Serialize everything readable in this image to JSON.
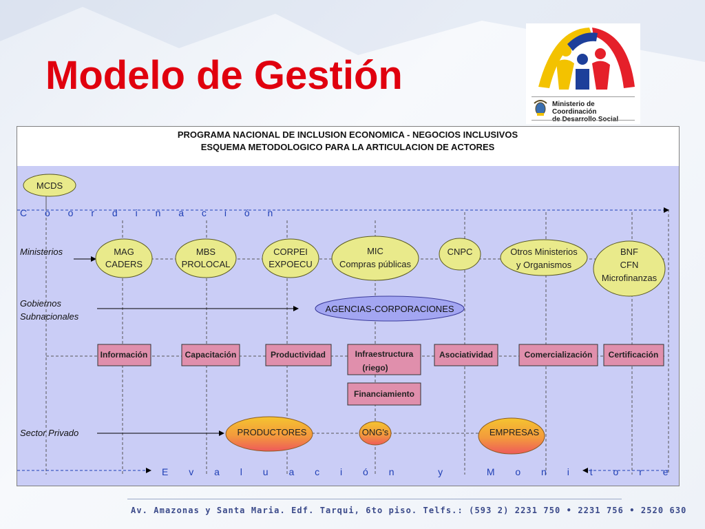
{
  "slide": {
    "title": "Modelo de Gestión",
    "logo_text_1": "Ministerio de Coordinación",
    "logo_text_2": "de Desarrollo Social",
    "footer": "Av. Amazonas y Santa Maria. Edf. Tarqui, 6to piso. Telfs.: (593 2) 2231 750 • 2231 756 • 2520 630"
  },
  "diagram": {
    "header_1": "PROGRAMA NACIONAL DE INCLUSION ECONOMICA - NEGOCIOS INCLUSIVOS",
    "header_2": "ESQUEMA METODOLOGICO PARA LA ARTICULACION DE ACTORES",
    "coordinator": "MCDS",
    "coordinacion": "C o o r d i n a c i ó n",
    "evaluacion": "E v a l u a c i ó n   y   M o n i t o r e o",
    "rows": {
      "ministerios": "Ministerios",
      "gobiernos_1": "Gobiernos",
      "gobiernos_2": "Subnacionales",
      "sector_privado": "Sector Privado"
    },
    "ministries": [
      {
        "line1": "MAG",
        "line2": "CADERS",
        "line3": ""
      },
      {
        "line1": "MBS",
        "line2": "PROLOCAL",
        "line3": ""
      },
      {
        "line1": "CORPEI",
        "line2": "EXPOECU",
        "line3": ""
      },
      {
        "line1": "MIC",
        "line2": "Compras públicas",
        "line3": ""
      },
      {
        "line1": "CNPC",
        "line2": "",
        "line3": ""
      },
      {
        "line1": "Otros Ministerios",
        "line2": "y Organismos",
        "line3": ""
      },
      {
        "line1": "BNF",
        "line2": "CFN",
        "line3": "Microfinanzas"
      }
    ],
    "agencias": "AGENCIAS-CORPORACIONES",
    "functions": [
      {
        "line1": "Información",
        "line2": ""
      },
      {
        "line1": "Capacitación",
        "line2": ""
      },
      {
        "line1": "Productividad",
        "line2": ""
      },
      {
        "line1": "Infraestructura",
        "line2": "(riego)"
      },
      {
        "line1": "Asociatividad",
        "line2": ""
      },
      {
        "line1": "Comercialización",
        "line2": ""
      },
      {
        "line1": "Certificación",
        "line2": ""
      }
    ],
    "financiamiento": "Financiamiento",
    "private": [
      "PRODUCTORES",
      "ONG's",
      "EMPRESAS"
    ]
  },
  "colors": {
    "title": "#e0000e",
    "panel": "#cacdf6",
    "ellipse_fill": "#e9ea8b",
    "ellipse_stroke": "#5a5a20",
    "box_fill": "#e08fac",
    "agencias_fill": "#a3a6f2",
    "private_top": "#f5c430",
    "private_bottom": "#ee5a5a",
    "link_blue": "#1f3fb5"
  }
}
